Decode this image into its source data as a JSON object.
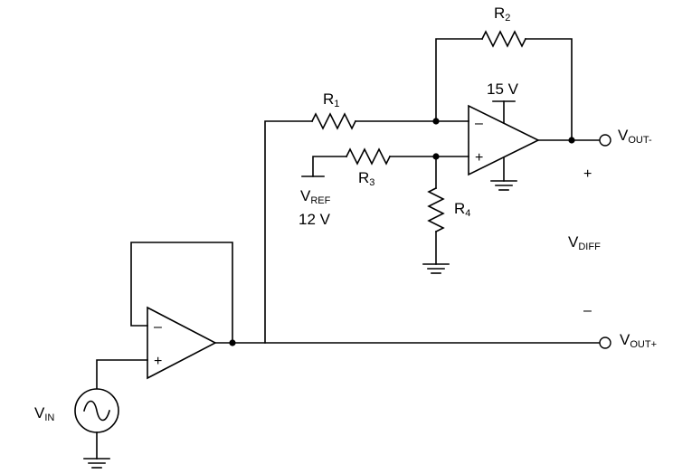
{
  "labels": {
    "r1": "R",
    "r1_sub": "1",
    "r2": "R",
    "r2_sub": "2",
    "r3": "R",
    "r3_sub": "3",
    "r4": "R",
    "r4_sub": "4",
    "supply": "15 V",
    "vref": "V",
    "vref_sub": "REF",
    "vref_value": "12 V",
    "vout_minus": "V",
    "vout_minus_sub": "OUT-",
    "vout_plus": "V",
    "vout_plus_sub": "OUT+",
    "vdiff": "V",
    "vdiff_sub": "DIFF",
    "vin": "V",
    "vin_sub": "IN",
    "plus_sign": "+",
    "minus_sign": "–",
    "opamp_plus": "+",
    "opamp_minus": "–"
  }
}
